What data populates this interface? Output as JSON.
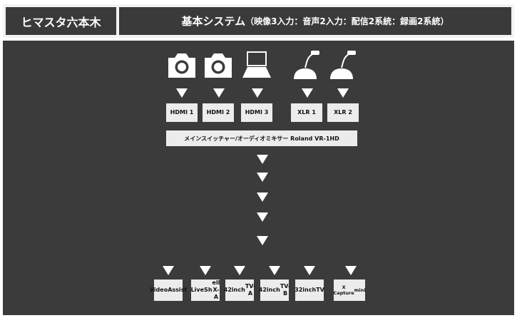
{
  "header": {
    "brand": "ヒマスタ六本木",
    "title_main": "基本システム",
    "title_sub": "（映像3入力：音声2入力：配信2系統：録画2系統）"
  },
  "inputs": [
    {
      "label": "HDMI 1",
      "icon": "camera-icon"
    },
    {
      "label": "HDMI 2",
      "icon": "camera-icon"
    },
    {
      "label": "HDMI 3",
      "icon": "laptop-icon"
    },
    {
      "label": "XLR 1",
      "icon": "microphone-icon"
    },
    {
      "label": "XLR 2",
      "icon": "microphone-icon"
    }
  ],
  "mixer": {
    "label": "メインスイッチャー/オーディオミキサー Roland VR-1HD"
  },
  "outputs": [
    {
      "line1": "Video",
      "line2": "Assist"
    },
    {
      "line1": "LiveSh",
      "line2": "ell X-A"
    },
    {
      "line1": "42inch",
      "line2": "TV-A"
    },
    {
      "line1": "42inch",
      "line2": "TV-B"
    },
    {
      "line1": "32inch",
      "line2": "TV"
    },
    {
      "line1": "X Capture",
      "line2": "mini"
    }
  ],
  "colors": {
    "background": "#3b3b3b",
    "box": "#ececec",
    "header_bg": "#3a3a3a"
  }
}
